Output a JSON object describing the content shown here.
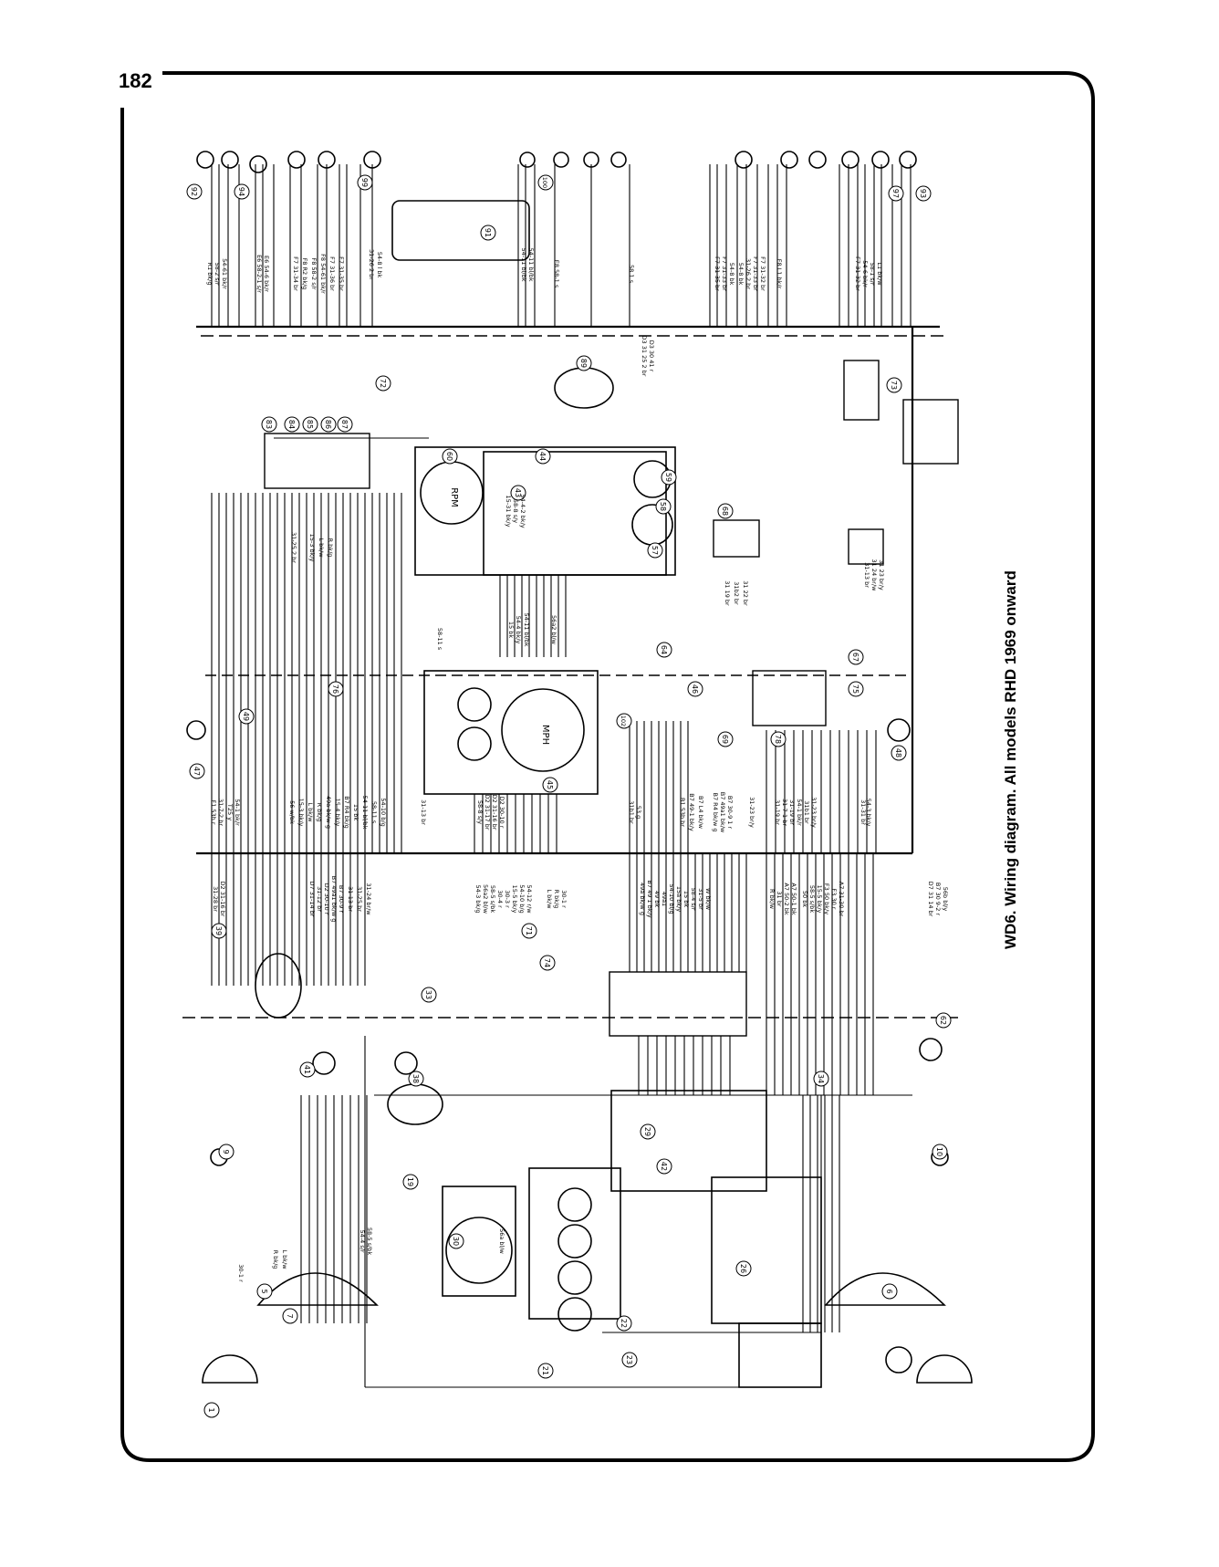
{
  "page": {
    "number": "182"
  },
  "caption": "WD6. Wiring diagram. All models RHD 1969 onward",
  "components": [
    {
      "id": "1",
      "label": "1"
    },
    {
      "id": "5",
      "label": "5"
    },
    {
      "id": "6",
      "label": "6"
    },
    {
      "id": "7",
      "label": "7"
    },
    {
      "id": "9",
      "label": "9"
    },
    {
      "id": "10",
      "label": "10"
    },
    {
      "id": "19",
      "label": "19"
    },
    {
      "id": "21",
      "label": "21"
    },
    {
      "id": "22",
      "label": "22"
    },
    {
      "id": "23",
      "label": "23"
    },
    {
      "id": "26",
      "label": "26"
    },
    {
      "id": "29",
      "label": "29"
    },
    {
      "id": "30",
      "label": "30"
    },
    {
      "id": "33",
      "label": "33"
    },
    {
      "id": "34",
      "label": "34"
    },
    {
      "id": "38",
      "label": "38"
    },
    {
      "id": "39",
      "label": "39"
    },
    {
      "id": "41",
      "label": "41"
    },
    {
      "id": "42",
      "label": "42"
    },
    {
      "id": "43",
      "label": "43"
    },
    {
      "id": "44",
      "label": "44"
    },
    {
      "id": "45",
      "label": "45"
    },
    {
      "id": "46",
      "label": "46"
    },
    {
      "id": "47",
      "label": "47"
    },
    {
      "id": "48",
      "label": "48"
    },
    {
      "id": "49",
      "label": "49"
    },
    {
      "id": "57",
      "label": "57"
    },
    {
      "id": "58",
      "label": "58"
    },
    {
      "id": "59",
      "label": "59"
    },
    {
      "id": "60",
      "label": "60"
    },
    {
      "id": "62",
      "label": "62"
    },
    {
      "id": "64",
      "label": "64"
    },
    {
      "id": "67",
      "label": "67"
    },
    {
      "id": "68",
      "label": "68"
    },
    {
      "id": "69",
      "label": "69"
    },
    {
      "id": "71",
      "label": "71"
    },
    {
      "id": "72",
      "label": "72"
    },
    {
      "id": "73",
      "label": "73"
    },
    {
      "id": "74",
      "label": "74"
    },
    {
      "id": "75",
      "label": "75"
    },
    {
      "id": "76",
      "label": "76"
    },
    {
      "id": "78",
      "label": "78"
    },
    {
      "id": "83",
      "label": "83"
    },
    {
      "id": "84",
      "label": "84"
    },
    {
      "id": "85",
      "label": "85"
    },
    {
      "id": "86",
      "label": "86"
    },
    {
      "id": "87",
      "label": "87"
    },
    {
      "id": "89",
      "label": "89"
    },
    {
      "id": "91",
      "label": "91"
    },
    {
      "id": "92",
      "label": "92"
    },
    {
      "id": "93",
      "label": "93"
    },
    {
      "id": "94",
      "label": "94"
    },
    {
      "id": "97",
      "label": "97"
    },
    {
      "id": "99",
      "label": "99"
    },
    {
      "id": "100",
      "label": "100"
    },
    {
      "id": "102",
      "label": "102"
    }
  ],
  "instruments": {
    "rpm_label": "RPM",
    "mph_label": "MPH"
  },
  "wire_labels": [
    {
      "id": "w1",
      "text": "R1 bk/g"
    },
    {
      "id": "w2",
      "text": "58-2 s/r"
    },
    {
      "id": "w3",
      "text": "54-61 bk/r"
    },
    {
      "id": "w4",
      "text": "E6 58-2-1 s/r"
    },
    {
      "id": "w5",
      "text": "E6 54-6 bk/r"
    },
    {
      "id": "w6",
      "text": "F7 31-34 br"
    },
    {
      "id": "w7",
      "text": "F8 R2 bk/g"
    },
    {
      "id": "w8",
      "text": "F8 58-2 s/r"
    },
    {
      "id": "w9",
      "text": "F8 54-61 bk/r"
    },
    {
      "id": "w10",
      "text": "F7 31-36 br"
    },
    {
      "id": "w11",
      "text": "F7 31-35 br"
    },
    {
      "id": "w12",
      "text": "31-26 2 br"
    },
    {
      "id": "w13",
      "text": "54-8 l bk"
    },
    {
      "id": "w14",
      "text": "54-11 bl/bk"
    },
    {
      "id": "w15",
      "text": "54-11 bl/bk"
    },
    {
      "id": "w16",
      "text": "E8 58-1 s"
    },
    {
      "id": "w17",
      "text": "58 1 s"
    },
    {
      "id": "w18",
      "text": "D3 31 25 2 br"
    },
    {
      "id": "w19",
      "text": "D3 30 41 r"
    },
    {
      "id": "w20",
      "text": "F7 31-35 br"
    },
    {
      "id": "w21",
      "text": "F7 31-33 br"
    },
    {
      "id": "w22",
      "text": "54-8 bk"
    },
    {
      "id": "w23",
      "text": "54-8 bk"
    },
    {
      "id": "w24",
      "text": "31-26 2 br"
    },
    {
      "id": "w25",
      "text": "F7 31-33 br"
    },
    {
      "id": "w26",
      "text": "F7 31-32 br"
    },
    {
      "id": "w27",
      "text": "F8 L1 bk/r"
    },
    {
      "id": "w28",
      "text": "F7 31-32 br"
    },
    {
      "id": "w29",
      "text": "54-6 bk/r"
    },
    {
      "id": "w30",
      "text": "58-1 s/r"
    },
    {
      "id": "w31",
      "text": "L1 bk/w"
    },
    {
      "id": "w32",
      "text": "31-25 2 br"
    },
    {
      "id": "w33",
      "text": "15-3 bk/y"
    },
    {
      "id": "w34",
      "text": "L bk/w"
    },
    {
      "id": "w35",
      "text": "R bk/g"
    },
    {
      "id": "w36",
      "text": "15-31 bk/y"
    },
    {
      "id": "w37",
      "text": "58-8 s/y"
    },
    {
      "id": "w38",
      "text": "54-4-2 bk/y"
    },
    {
      "id": "w39",
      "text": "58-11 s"
    },
    {
      "id": "w40",
      "text": "15 bk"
    },
    {
      "id": "w41",
      "text": "54-4 bk/y"
    },
    {
      "id": "w42",
      "text": "54-11 bl/bk"
    },
    {
      "id": "w43",
      "text": "56a2 bl/w"
    },
    {
      "id": "w44",
      "text": "31-13 br"
    },
    {
      "id": "w45",
      "text": "31 24 br/w"
    },
    {
      "id": "w46",
      "text": "31 23 br/y"
    },
    {
      "id": "w47",
      "text": "31 19 br"
    },
    {
      "id": "w48",
      "text": "31b2 br"
    },
    {
      "id": "w49",
      "text": "31 22 br"
    },
    {
      "id": "w50",
      "text": "F1 53h r"
    },
    {
      "id": "w51",
      "text": "31-7-2 br"
    },
    {
      "id": "w52",
      "text": "T25 y"
    },
    {
      "id": "w53",
      "text": "54-1 bk/r"
    },
    {
      "id": "w54",
      "text": "56 w/bk"
    },
    {
      "id": "w55",
      "text": "15-3 bk/y"
    },
    {
      "id": "w56",
      "text": "L bk/w"
    },
    {
      "id": "w57",
      "text": "R bk/g"
    },
    {
      "id": "w58",
      "text": "49a bk/w g"
    },
    {
      "id": "w59",
      "text": "15-4 bk/y"
    },
    {
      "id": "w60",
      "text": "B7 R4 bk/g"
    },
    {
      "id": "w61",
      "text": "15 bk"
    },
    {
      "id": "w62",
      "text": "54-11 bl/bk"
    },
    {
      "id": "w63",
      "text": "58-11 s"
    },
    {
      "id": "w64",
      "text": "54-10 b/g"
    },
    {
      "id": "w65",
      "text": "31-13 br"
    },
    {
      "id": "w66",
      "text": "58-8 s/y"
    },
    {
      "id": "w67",
      "text": "D2 31-17 br"
    },
    {
      "id": "w68",
      "text": "D2 31-16 br"
    },
    {
      "id": "w69",
      "text": "D2 30-10 r"
    },
    {
      "id": "w70",
      "text": "31b1 br"
    },
    {
      "id": "w71",
      "text": "53 g"
    },
    {
      "id": "w72",
      "text": "B1 53b br"
    },
    {
      "id": "w73",
      "text": "B7 49-1 bk/y"
    },
    {
      "id": "w74",
      "text": "B7 L4 bk/w"
    },
    {
      "id": "w75",
      "text": "B7 R4 bk/w g"
    },
    {
      "id": "w76",
      "text": "B7 49a1 bk/w"
    },
    {
      "id": "w77",
      "text": "B7 30-9 1 r"
    },
    {
      "id": "w78",
      "text": "31-23 br/y"
    },
    {
      "id": "w79",
      "text": "31-19 br"
    },
    {
      "id": "w80",
      "text": "31-7-1 br"
    },
    {
      "id": "w81",
      "text": "31-19 br"
    },
    {
      "id": "w82",
      "text": "54-1 bk/r"
    },
    {
      "id": "w83",
      "text": "31b1 br"
    },
    {
      "id": "w84",
      "text": "31-23 br/y"
    },
    {
      "id": "w85",
      "text": "31-31 br"
    },
    {
      "id": "w86",
      "text": "54-3 bk/y"
    },
    {
      "id": "w87",
      "text": "31-28 br"
    },
    {
      "id": "w88",
      "text": "D2 31-16 br"
    },
    {
      "id": "w89",
      "text": "D7 31-14 br"
    },
    {
      "id": "w90",
      "text": "31-12 br"
    },
    {
      "id": "w91",
      "text": "D2 30-10 r"
    },
    {
      "id": "w92",
      "text": "B7 49a1 bk/w g"
    },
    {
      "id": "w93",
      "text": "B7 30-9 r"
    },
    {
      "id": "w94",
      "text": "31-13 br"
    },
    {
      "id": "w95",
      "text": "31-25 br"
    },
    {
      "id": "w96",
      "text": "31-24 br/w"
    },
    {
      "id": "w97",
      "text": "54-3 bk/g"
    },
    {
      "id": "w98",
      "text": "56a2 bl/w"
    },
    {
      "id": "w99",
      "text": "58-5 s/bk"
    },
    {
      "id": "w100",
      "text": "30-4 r"
    },
    {
      "id": "w101",
      "text": "30-3 r"
    },
    {
      "id": "w102",
      "text": "15-5 bk/y"
    },
    {
      "id": "w103",
      "text": "54-10 b/g"
    },
    {
      "id": "w104",
      "text": "54-12 r/w"
    },
    {
      "id": "w105",
      "text": "L bk/w"
    },
    {
      "id": "w106",
      "text": "R bk/g"
    },
    {
      "id": "w107",
      "text": "30-1 r"
    },
    {
      "id": "w108",
      "text": "49a bk/w g"
    },
    {
      "id": "w109",
      "text": "B7 49 1 bk/y"
    },
    {
      "id": "w110",
      "text": "49 bk"
    },
    {
      "id": "w111",
      "text": "49a1"
    },
    {
      "id": "w112",
      "text": "54-10 bl/g"
    },
    {
      "id": "w113",
      "text": "15a bk/y"
    },
    {
      "id": "w114",
      "text": "15 bk"
    },
    {
      "id": "w115",
      "text": "58-4 s/r"
    },
    {
      "id": "w116",
      "text": "31-5 br"
    },
    {
      "id": "w117",
      "text": "W bk/w"
    },
    {
      "id": "w118",
      "text": "R bk/w"
    },
    {
      "id": "w119",
      "text": "31 br"
    },
    {
      "id": "w120",
      "text": "A7 50-2 bk"
    },
    {
      "id": "w121",
      "text": "A7 50-1 bk"
    },
    {
      "id": "w122",
      "text": "50 bk"
    },
    {
      "id": "w123",
      "text": "58-5 s/bk"
    },
    {
      "id": "w124",
      "text": "15-5 bk/y"
    },
    {
      "id": "w125",
      "text": "F3 50 bk/y"
    },
    {
      "id": "w126",
      "text": "F3 30 r"
    },
    {
      "id": "w127",
      "text": "A7 31-30 br"
    },
    {
      "id": "w128",
      "text": "D7 31 14 br"
    },
    {
      "id": "w129",
      "text": "B7 30 9-2 r"
    },
    {
      "id": "w130",
      "text": "56b bl/y"
    },
    {
      "id": "w131",
      "text": "56a bl/w"
    },
    {
      "id": "w132",
      "text": "54-4 s/r"
    },
    {
      "id": "w133",
      "text": "58-5 s/bk"
    },
    {
      "id": "w134",
      "text": "R bk/g"
    },
    {
      "id": "w135",
      "text": "L bk/w"
    },
    {
      "id": "w136",
      "text": "30-1 r"
    }
  ]
}
